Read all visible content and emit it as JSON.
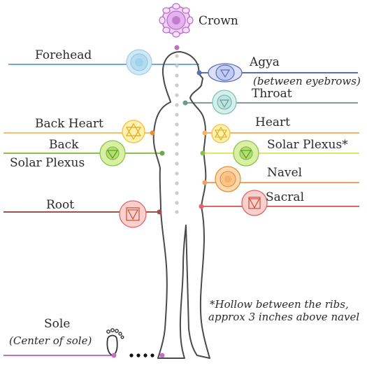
{
  "colors": {
    "crown": "#b96bc9",
    "forehead": "#6fa8dc",
    "agya": "#5b6fb8",
    "throat": "#6b9a8e",
    "heart": "#f6b26b",
    "back_heart": "#f6c26b",
    "solar_plexus": "#8bc34a",
    "navel": "#e69138",
    "sacral": "#e06666",
    "root": "#a05050",
    "sole": "#c26fbf",
    "body_outline": "#4a4a4a",
    "dots": "#cccccc"
  },
  "labels": {
    "crown": "Crown",
    "forehead": "Forehead",
    "agya": "Agya",
    "agya_sub": "(between eyebrows)",
    "throat": "Throat",
    "back_heart": "Back Heart",
    "heart": "Heart",
    "back_solar_1": "Back",
    "back_solar_2": "Solar Plexus",
    "solar_plexus": "Solar  Plexus*",
    "navel": "Navel",
    "sacral": "Sacral",
    "root": "Root",
    "sole": "Sole",
    "sole_sub": "(Center of sole)"
  },
  "note": {
    "line1": "*Hollow between the ribs,",
    "line2": "approx 3 inches above navel"
  },
  "icons": {
    "crown": "lotus-mandala-icon",
    "forehead": "mandala-icon",
    "agya": "lotus-icon",
    "throat": "lotus-icon",
    "heart": "lotus-icon",
    "back_heart": "lotus-icon",
    "solar_plexus": "lotus-icon",
    "back_solar": "lotus-icon",
    "navel": "lotus-icon",
    "sacral": "lotus-icon",
    "root": "lotus-icon",
    "sole": "footprint-icon"
  }
}
